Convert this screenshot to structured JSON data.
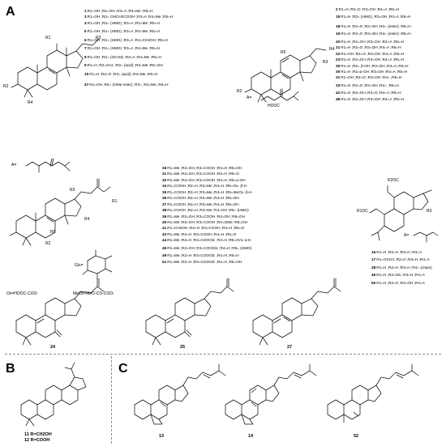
{
  "panels": [
    {
      "letter": "A"
    },
    {
      "letter": "B"
    },
    {
      "letter": "C"
    }
  ],
  "substituent_defs": {
    "A_eq_1": "A=",
    "A_eq_2": "A=",
    "A_eq_3": "A=",
    "glc": "Glc=",
    "ox": "Ox=HOOC-COO-",
    "meox": "MeOx=MeO-CO-COO-"
  },
  "group_labels": {
    "R1": "R1",
    "R2": "R2",
    "R3": "R3",
    "R4": "R4",
    "R5": "R5",
    "R2OC": "R2OC",
    "R1OC": "R1OC",
    "HOOC": "HOOC",
    "HO": "HO",
    "OH": "OH",
    "O": "O"
  },
  "list_1": [
    {
      "num": "1",
      "text": "R1=OH ;R2=OH ;R3=A ;R4=Me ;R5=H"
    },
    {
      "num": "3",
      "text": "R1=OH ;R2= OHCH2COOH ;R3=A ;R4=Me ;R5=H"
    },
    {
      "num": "4",
      "text": "R1=OH ;R2= (HMG) ;R3=A ;R4=Me ;R5=H"
    },
    {
      "num": "5",
      "text": "R1=OH ;R2= (HMG) ;R3=A ;R4=Me ;R5=H"
    },
    {
      "num": "6",
      "text": "R1=OH ;R2= (HMG) ;R3=A ;R4=CH2OH ;R5=H"
    },
    {
      "num": "7",
      "text": "R1=OH ;R2= (HMG) ;R3=A ;R4=Me ;R5=H"
    },
    {
      "num": "8",
      "text": "R1=OH ;R2= (OCH3) ;R3=A ;R4=Me ;R5=H"
    },
    {
      "num": "9",
      "text": "R1=H ;R2=OAc ;R3= (acid) ;R4=Me ;R5=OH"
    },
    {
      "num": "10",
      "text": "R1=H ;R2=O ;R3= (acid) ;R4=Me ;R5=H"
    },
    {
      "num": "47",
      "text": "R1=OH ;R2= (OMe ester) ;R3= ;R4=Me ;R5=H"
    }
  ],
  "list_2": [
    {
      "num": "2",
      "text": "R1=H ;R2=O ;R3=OH ;R4=A ;R5=H"
    },
    {
      "num": "15",
      "text": "R1=H ;R2= (HMG) ;R3=OH ;R4=A ;R5=H"
    },
    {
      "num": "18",
      "text": "R1=H ;R2=O ;R3=OH ;R4= (ester) ;R5=H"
    },
    {
      "num": "19",
      "text": "R1=H ;R2=O ;R3=OH ;R4= (ester) ;R5=H"
    },
    {
      "num": "20",
      "text": "R1=H ;R2=OH ;R3=OH ;R4=A ;R5=H"
    },
    {
      "num": "21",
      "text": "R1=H ;R2=O ;R3=OH ;R4=A ;R5=H"
    },
    {
      "num": "22",
      "text": "R1=OH ;R2=O ;R3=OH ;R4=A ;R5=H"
    },
    {
      "num": "23",
      "text": "R1=H ;R2=OH ;R3=OH ;R4=A ;R5=H"
    },
    {
      "num": "29",
      "text": "R1=H ;R2= β-OH ;R3=OH ;R4=A ;R5=H"
    },
    {
      "num": "30",
      "text": "R1=H ;R2=α-OH ;R3=OH ;R4=A ;R5=H"
    },
    {
      "num": "31",
      "text": "R1=OH ;R2=O ;R3=OH ;R4= ;R5=H"
    },
    {
      "num": "33",
      "text": "R1=H ;R2=O ;R3=OH ;R4= ;R5=H"
    },
    {
      "num": "42",
      "text": "R1=H ;R2=OH ;R3=O ;R4=A ;R5=H"
    },
    {
      "num": "48",
      "text": "R1=H ;R2=OH ;R3=OH ;R4=A ;R5=H"
    }
  ],
  "list_3": [
    {
      "num": "26",
      "text": "R1=Me ;R2=OH ;R3=COOH ;R4=H ;R5=OH"
    },
    {
      "num": "31",
      "text": "R1=Me ;R2=OH ;R3=COOH ;R4=H ;R5=O"
    },
    {
      "num": "32",
      "text": "R1=Me ;R2=OH ;R3=COOH ;R4=H ;R5=α-OH"
    },
    {
      "num": "34",
      "text": "R1=COOH ;R2=H ;R3=Me ;R4=H ;R5=Ox- β-H"
    },
    {
      "num": "35",
      "text": "R1=COOH ;R2=H ;R3=Me ;R4=H ;R5=MeOx- β-H"
    },
    {
      "num": "36",
      "text": "R1=COOH ;R2=H ;R3=Me ;R4=H ;R5=OH"
    },
    {
      "num": "37",
      "text": "R1=COOH ;R2=H ;R3=Me ;R4=H ;R5=OH"
    },
    {
      "num": "38",
      "text": "R1=COOH ;R2=H ;R3=Me ;R4=OH ;R5= (HMG)"
    },
    {
      "num": "39",
      "text": "R1=Me ;R2=OH ;R3=COOH ;R4=OH ;R5=OH"
    },
    {
      "num": "40",
      "text": "R1=Me ;R2=OH ;R3=COOH ;R4=OMe ;R5=OH"
    },
    {
      "num": "41",
      "text": "R1=CH2OH ;R2=H ;R3=COOH ;R4=H ;R5=O"
    },
    {
      "num": "43",
      "text": "R1=Me ;R2=H ;R3=COOH ;R4=H ;R5=O"
    },
    {
      "num": "44",
      "text": "R1=Me ;R2=H ;R3=COOGlc ;R4=H ;R5=OAc α-H"
    },
    {
      "num": "45",
      "text": "R1=Me ;R2=OH ;R3=COOGlc ;R4=H ;R5= (HMG)"
    },
    {
      "num": "49",
      "text": "R1=Me ;R2=H ;R3=COOGlc ;R4=H ;R5=H"
    },
    {
      "num": "51",
      "text": "R1=Me ;R2=H ;R3=COOGlc ;R4=H ;R5=OH"
    }
  ],
  "list_4": [
    {
      "num": "16",
      "text": "R1=H ;R2=H ;R3=H ;R4=A"
    },
    {
      "num": "17",
      "text": "R1=OCH3 ;R2=H ;R3=H ;R4=A"
    },
    {
      "num": "28",
      "text": "R1=H ;R2=H ;R3=H ;R4= (chain)"
    },
    {
      "num": "46",
      "text": "R1=H ;R2=Glc ;R3=H ;R4=A"
    },
    {
      "num": "50",
      "text": "R1=H ;R2=H ;R3=OH ;R4=A"
    }
  ],
  "compound_labels": {
    "c24": "24",
    "c25": "25",
    "c27": "27",
    "c11": "11 R=CH2OH",
    "c12": "12 R=COOH",
    "c13": "13",
    "c14": "14",
    "c52": "52"
  },
  "colors": {
    "background": "#ffffff",
    "ink": "#111111",
    "divider": "#8a8a8a"
  }
}
